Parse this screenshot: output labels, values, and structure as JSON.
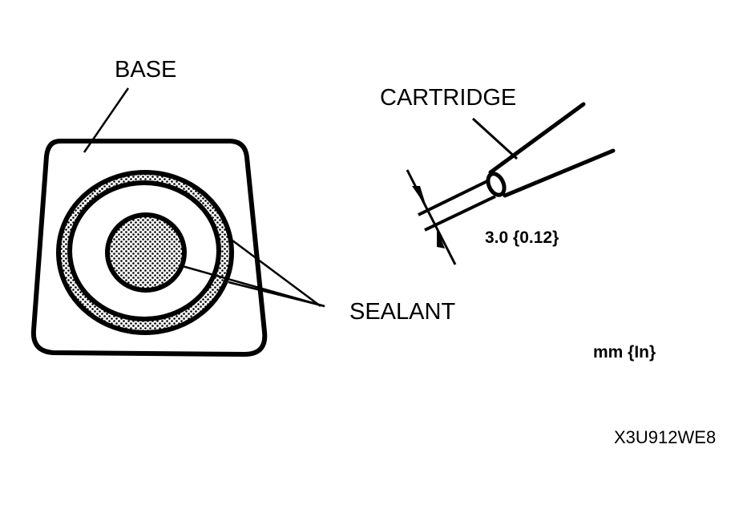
{
  "diagram": {
    "title": "Sealant application to base with cartridge",
    "labels": {
      "base": "BASE",
      "cartridge": "CARTRIDGE",
      "sealant": "SEALANT",
      "bead_diameter": "3.0 {0.12}",
      "units": "mm {In}",
      "figure_code": "X3U912WE8"
    },
    "components": [
      {
        "id": "base",
        "shape": "rounded-trapezoid",
        "description": "Base plate outline"
      },
      {
        "id": "sealant-ring",
        "shape": "ring",
        "fill": "stippled",
        "description": "Outer sealant bead ring"
      },
      {
        "id": "sealant-center",
        "shape": "circle",
        "fill": "stippled",
        "description": "Center sealant dab"
      },
      {
        "id": "cartridge",
        "shape": "nozzle",
        "description": "Sealant cartridge nozzle"
      },
      {
        "id": "dimension",
        "value": 3.0,
        "unit": "mm",
        "value_alt": 0.12,
        "unit_alt": "in",
        "description": "Nozzle bead diameter"
      }
    ],
    "colors": {
      "ink": "#000000",
      "background": "#ffffff"
    }
  }
}
